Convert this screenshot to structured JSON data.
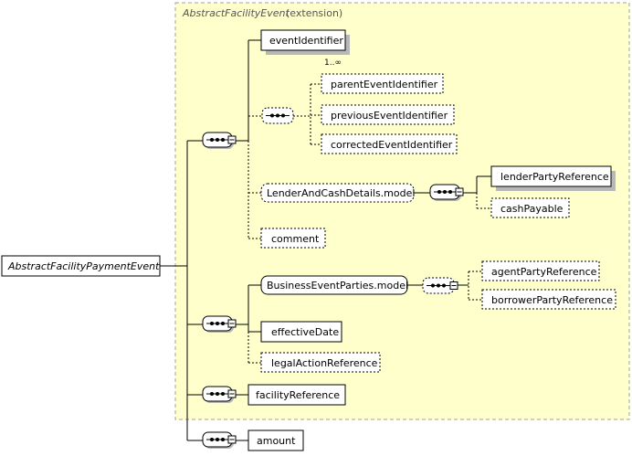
{
  "root": {
    "label": "AbstractFacilityPaymentEvent"
  },
  "extension": {
    "type_name": "AbstractFacilityEvent",
    "suffix": "(extension)"
  },
  "nodes": {
    "eventIdentifier": "eventIdentifier",
    "eventIdentifier_cardinality": "1..∞",
    "parentEventIdentifier": "parentEventIdentifier",
    "previousEventIdentifier": "previousEventIdentifier",
    "correctedEventIdentifier": "correctedEventIdentifier",
    "lenderAndCashDetailsModel": "LenderAndCashDetails.model",
    "lenderPartyReference": "lenderPartyReference",
    "cashPayable": "cashPayable",
    "comment": "comment",
    "businessEventPartiesModel": "BusinessEventParties.model",
    "agentPartyReference": "agentPartyReference",
    "borrowerPartyReference": "borrowerPartyReference",
    "effectiveDate": "effectiveDate",
    "legalActionReference": "legalActionReference",
    "facilityReference": "facilityReference",
    "amount": "amount"
  },
  "colors": {
    "extension_fill": "#ffffcc",
    "extension_border": "#a0a0a0",
    "shadow": "#b8b8b8"
  }
}
